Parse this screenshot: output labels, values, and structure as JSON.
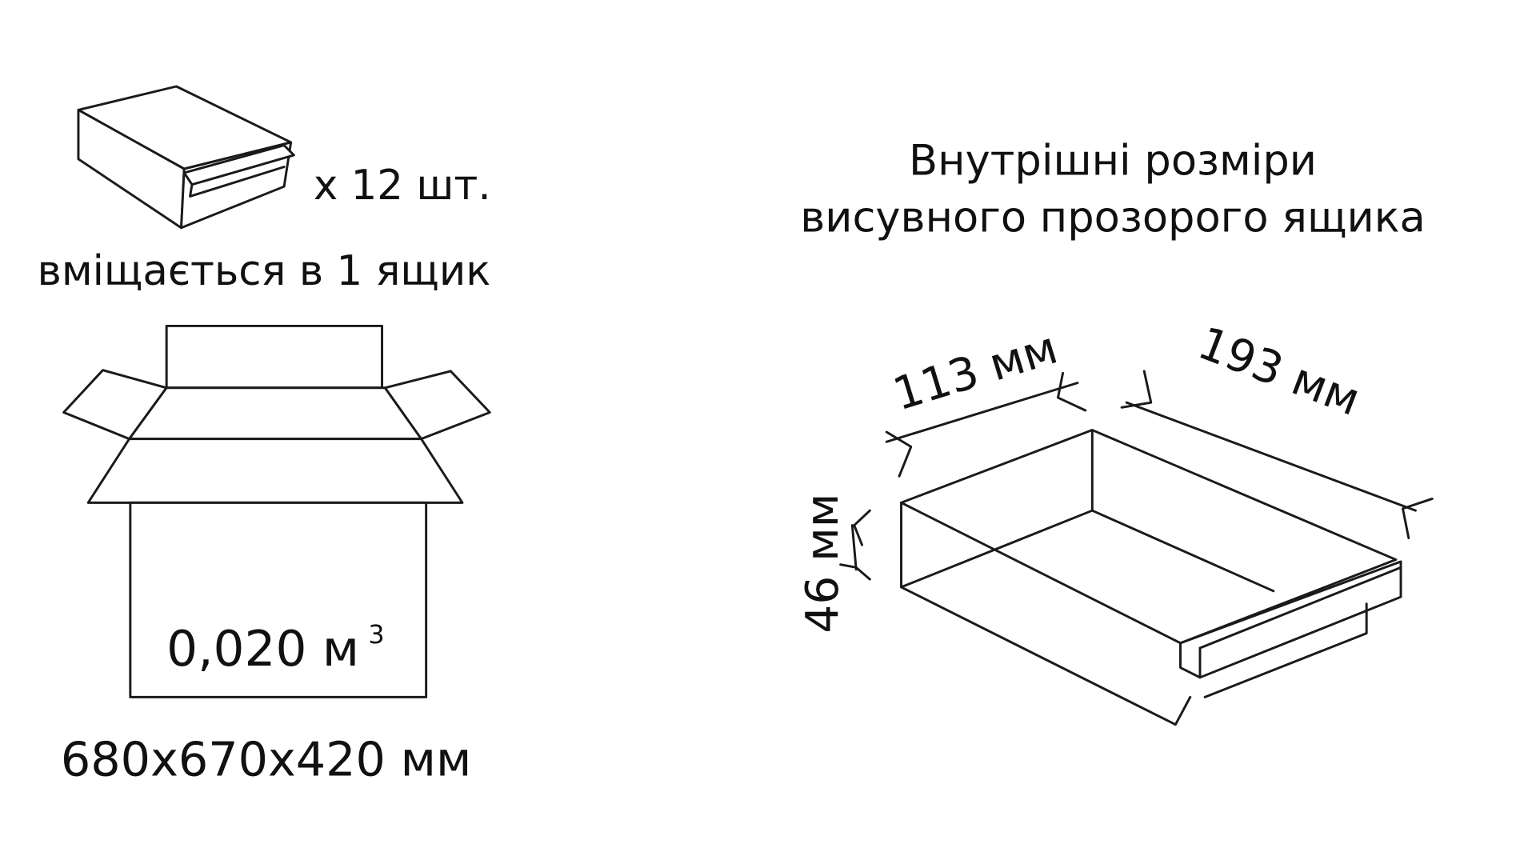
{
  "left_panel": {
    "quantity_label": "x 12 шт.",
    "fits_label": "вміщається в 1 ящик",
    "volume_value": "0,020 м",
    "volume_exponent": "3",
    "carton_dimensions": "680x670x420 мм"
  },
  "right_panel": {
    "title_line1": "Внутрішні розміри",
    "title_line2": "висувного прозорого ящика",
    "width_label": "113 мм",
    "length_label": "193 мм",
    "height_label": "46 мм"
  }
}
